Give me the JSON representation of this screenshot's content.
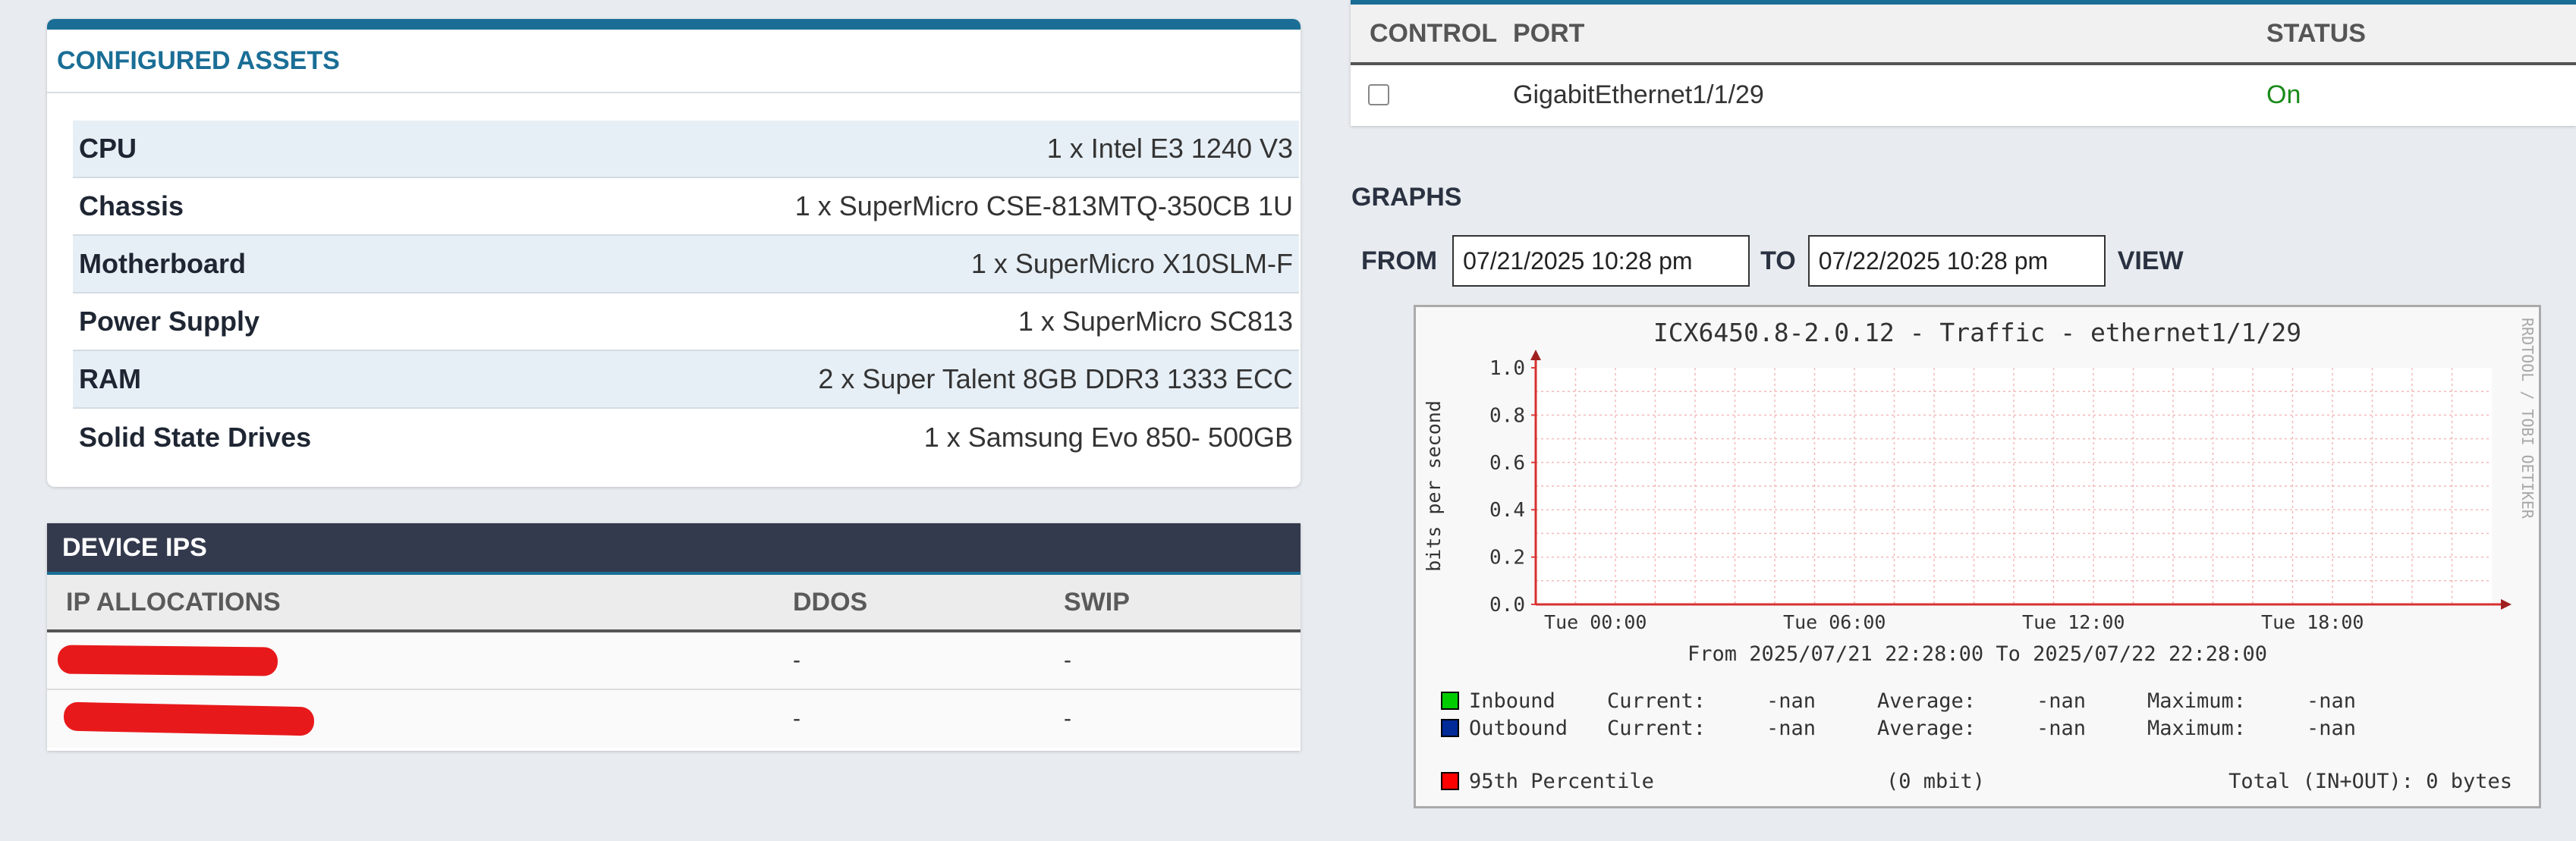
{
  "assets": {
    "title": "CONFIGURED ASSETS",
    "rows": [
      {
        "label": "CPU",
        "value": "1 x Intel E3 1240 V3"
      },
      {
        "label": "Chassis",
        "value": "1 x SuperMicro CSE-813MTQ-350CB 1U"
      },
      {
        "label": "Motherboard",
        "value": "1 x SuperMicro X10SLM-F"
      },
      {
        "label": "Power Supply",
        "value": "1 x SuperMicro SC813"
      },
      {
        "label": "RAM",
        "value": "2 x Super Talent 8GB DDR3 1333 ECC"
      },
      {
        "label": "Solid State Drives",
        "value": "1 x Samsung Evo 850- 500GB"
      }
    ]
  },
  "device_ips": {
    "title": "DEVICE IPS",
    "headers": {
      "ip": "IP ALLOCATIONS",
      "ddos": "DDOS",
      "swip": "SWIP"
    },
    "rows": [
      {
        "ddos": "-",
        "swip": "-"
      },
      {
        "ddos": "-",
        "swip": "-"
      }
    ]
  },
  "control": {
    "headers": {
      "control": "CONTROL",
      "port": "PORT",
      "status": "STATUS"
    },
    "rows": [
      {
        "port": "GigabitEthernet1/1/29",
        "status": "On",
        "checked": false
      }
    ]
  },
  "graphs": {
    "title": "GRAPHS",
    "from_label": "FROM",
    "from_value": "07/21/2025 10:28 pm",
    "to_label": "TO",
    "to_value": "07/22/2025 10:28 pm",
    "view_label": "VIEW"
  },
  "colors": {
    "accent": "#1a6e96",
    "dark_header": "#343a4d",
    "status_on": "#1a8a1a",
    "redaction": "#e8191b",
    "inbound": "#00cc00",
    "outbound": "#002a97",
    "percentile": "#ff0000"
  },
  "chart_data": {
    "type": "line",
    "title": "ICX6450.8-2.0.12 - Traffic - ethernet1/1/29",
    "ylabel": "bits per second",
    "xlabel": "",
    "ylim": [
      0,
      1.0
    ],
    "yticks": [
      "0.0",
      "0.2",
      "0.4",
      "0.6",
      "0.8",
      "1.0"
    ],
    "xticks": [
      "Tue 00:00",
      "Tue 06:00",
      "Tue 12:00",
      "Tue 18:00"
    ],
    "range_text": "From 2025/07/21 22:28:00 To 2025/07/22 22:28:00",
    "watermark": "RRDTOOL / TOBI OETIKER",
    "series": [
      {
        "name": "Inbound",
        "color": "#00cc00",
        "current": "-nan",
        "average": "-nan",
        "maximum": "-nan",
        "values": []
      },
      {
        "name": "Outbound",
        "color": "#002a97",
        "current": "-nan",
        "average": "-nan",
        "maximum": "-nan",
        "values": []
      }
    ],
    "stat_labels": {
      "current": "Current:",
      "average": "Average:",
      "maximum": "Maximum:"
    },
    "percentile": {
      "label": "95th Percentile",
      "value": "(0 mbit)",
      "color": "#ff0000"
    },
    "total": "Total (IN+OUT): 0 bytes",
    "grid": true
  }
}
